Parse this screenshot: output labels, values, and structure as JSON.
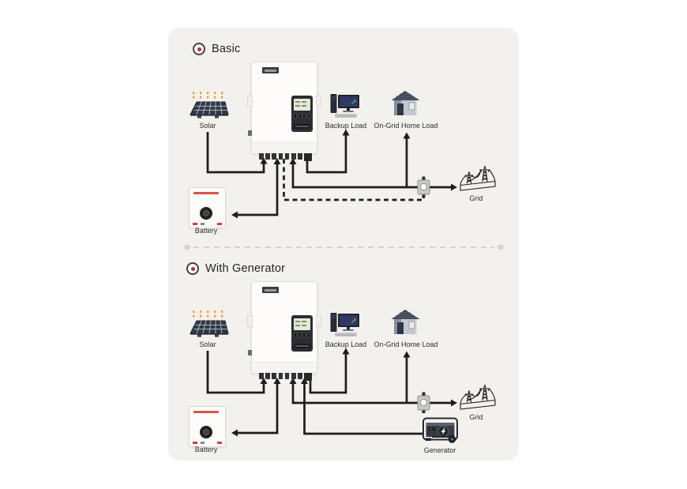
{
  "sections": {
    "basic": {
      "title": "Basic",
      "labels": {
        "solar": "Solar",
        "backup_load": "Backup Load",
        "on_grid_home_load": "On-Grid Home Load",
        "grid": "Grid",
        "battery": "Battery"
      }
    },
    "with_generator": {
      "title": "With Generator",
      "labels": {
        "solar": "Solar",
        "backup_load": "Backup Load",
        "on_grid_home_load": "On-Grid Home Load",
        "grid": "Grid",
        "battery": "Battery",
        "generator": "Generator"
      }
    }
  },
  "icons": [
    "target-bullet-icon",
    "solar-panel-icon",
    "inverter-icon",
    "computer-backup-load-icon",
    "house-load-icon",
    "grid-pylon-icon",
    "battery-icon",
    "generator-icon",
    "energy-meter-icon"
  ],
  "colors": {
    "card_background": "#f3f1ee",
    "wire": "#1d1d1d",
    "bullet_red": "#b8312f",
    "sun_orange": "#ef9f31",
    "divider": "#d7d4d1"
  }
}
